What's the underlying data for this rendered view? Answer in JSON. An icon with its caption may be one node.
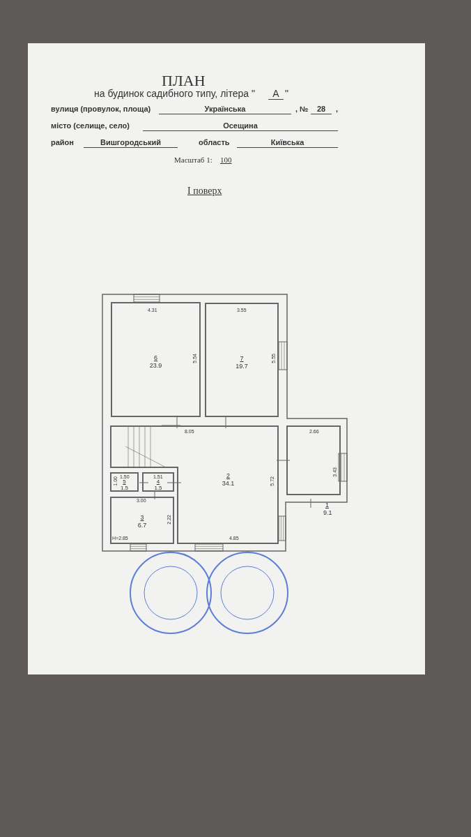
{
  "diagram": {
    "title": "ПЛАН",
    "nodes": [
      {
        "text": [
          "6",
          "23.9"
        ]
      },
      {
        "text": [
          "7",
          "19.7"
        ]
      },
      {
        "text": [
          "2",
          "34.1"
        ]
      },
      {
        "text": [
          "5",
          "1.5"
        ]
      },
      {
        "text": [
          "4",
          "1.5"
        ]
      },
      {
        "text": [
          "3",
          "6.7"
        ]
      },
      {
        "text": [],
        "shape": "box",
        "beside": [
          "1",
          "9.1"
        ]
      }
    ],
    "edges": [],
    "labels": [
      "на будинок садибного типу, літера \"",
      "А",
      "\"",
      "вулиця (провулок, площа)",
      "Українська",
      ", №",
      "28",
      ",",
      "місто (селище, село)",
      "Осещина",
      "район",
      "Вишгородський",
      "область",
      "Київська",
      "Масштаб 1:",
      "100",
      "І поверх",
      "4.31",
      "3.55",
      "5.54",
      "5.55",
      "8.05",
      "2.66",
      "3.43",
      "1.50",
      "1.51",
      "1.00",
      "5.72",
      "3.00",
      "2.22",
      "Н=2.85",
      "4.85"
    ]
  }
}
